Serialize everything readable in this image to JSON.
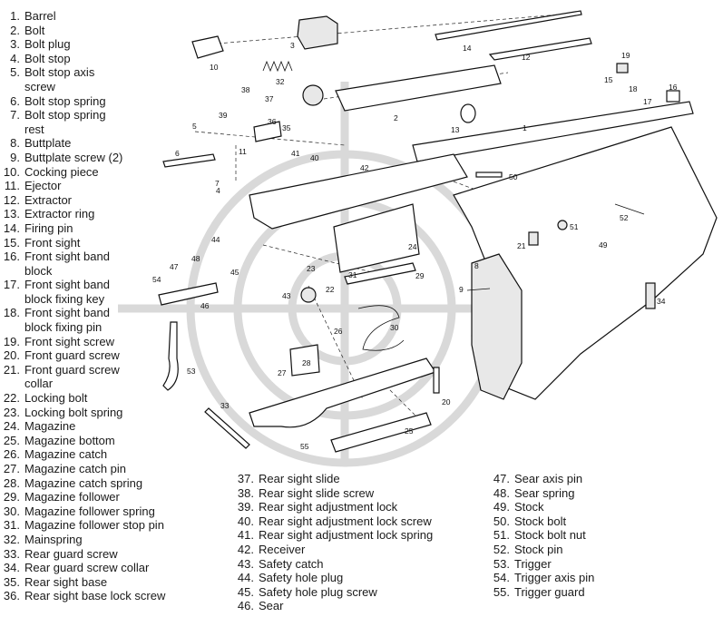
{
  "legend_left": [
    {
      "num": "1.",
      "text": "Barrel"
    },
    {
      "num": "2.",
      "text": "Bolt"
    },
    {
      "num": "3.",
      "text": "Bolt plug"
    },
    {
      "num": "4.",
      "text": "Bolt stop"
    },
    {
      "num": "5.",
      "text": "Bolt stop axis"
    },
    {
      "num": "",
      "text": "screw"
    },
    {
      "num": "6.",
      "text": "Bolt stop spring"
    },
    {
      "num": "7.",
      "text": "Bolt stop spring"
    },
    {
      "num": "",
      "text": "rest"
    },
    {
      "num": "8.",
      "text": "Buttplate"
    },
    {
      "num": "9.",
      "text": "Buttplate screw (2)"
    },
    {
      "num": "10.",
      "text": "Cocking piece"
    },
    {
      "num": "11.",
      "text": "Ejector"
    },
    {
      "num": "12.",
      "text": "Extractor"
    },
    {
      "num": "13.",
      "text": "Extractor ring"
    },
    {
      "num": "14.",
      "text": "Firing pin"
    },
    {
      "num": "15.",
      "text": "Front sight"
    },
    {
      "num": "16.",
      "text": "Front sight band"
    },
    {
      "num": "",
      "text": "block"
    },
    {
      "num": "17.",
      "text": "Front sight band"
    },
    {
      "num": "",
      "text": "block fixing key"
    },
    {
      "num": "18.",
      "text": "Front sight band"
    },
    {
      "num": "",
      "text": "block fixing pin"
    },
    {
      "num": "19.",
      "text": "Front sight screw"
    },
    {
      "num": "20.",
      "text": "Front guard screw"
    },
    {
      "num": "21.",
      "text": "Front guard screw"
    },
    {
      "num": "",
      "text": "collar"
    },
    {
      "num": "22.",
      "text": "Locking bolt"
    },
    {
      "num": "23.",
      "text": "Locking bolt spring"
    },
    {
      "num": "24.",
      "text": "Magazine"
    },
    {
      "num": "25.",
      "text": "Magazine bottom"
    },
    {
      "num": "26.",
      "text": "Magazine catch"
    },
    {
      "num": "27.",
      "text": "Magazine catch pin"
    },
    {
      "num": "28.",
      "text": "Magazine catch spring"
    },
    {
      "num": "29.",
      "text": "Magazine follower"
    },
    {
      "num": "30.",
      "text": "Magazine follower spring"
    },
    {
      "num": "31.",
      "text": "Magazine follower stop pin"
    },
    {
      "num": "32.",
      "text": "Mainspring"
    },
    {
      "num": "33.",
      "text": "Rear guard screw"
    },
    {
      "num": "34.",
      "text": "Rear guard screw collar"
    },
    {
      "num": "35.",
      "text": "Rear sight base"
    },
    {
      "num": "36.",
      "text": "Rear sight base lock screw"
    }
  ],
  "legend_middle": [
    {
      "num": "37.",
      "text": "Rear sight slide"
    },
    {
      "num": "38.",
      "text": "Rear sight slide screw"
    },
    {
      "num": "39.",
      "text": "Rear sight adjustment lock"
    },
    {
      "num": "40.",
      "text": "Rear sight adjustment lock screw"
    },
    {
      "num": "41.",
      "text": "Rear sight adjustment lock spring"
    },
    {
      "num": "42.",
      "text": "Receiver"
    },
    {
      "num": "43.",
      "text": "Safety catch"
    },
    {
      "num": "44.",
      "text": "Safety hole plug"
    },
    {
      "num": "45.",
      "text": "Safety hole plug screw"
    },
    {
      "num": "46.",
      "text": "Sear"
    }
  ],
  "legend_right": [
    {
      "num": "47.",
      "text": "Sear axis pin"
    },
    {
      "num": "48.",
      "text": "Sear spring"
    },
    {
      "num": "49.",
      "text": "Stock"
    },
    {
      "num": "50.",
      "text": "Stock bolt"
    },
    {
      "num": "51.",
      "text": "Stock bolt nut"
    },
    {
      "num": "52.",
      "text": "Stock pin"
    },
    {
      "num": "53.",
      "text": "Trigger"
    },
    {
      "num": "54.",
      "text": "Trigger axis pin"
    },
    {
      "num": "55.",
      "text": "Trigger guard"
    }
  ],
  "callouts": {
    "c1": "1",
    "c2": "2",
    "c3": "3",
    "c4": "4",
    "c5": "5",
    "c6": "6",
    "c7": "7",
    "c8": "8",
    "c9": "9",
    "c10": "10",
    "c11": "11",
    "c12": "12",
    "c13": "13",
    "c14": "14",
    "c15": "15",
    "c16": "16",
    "c17": "17",
    "c18": "18",
    "c19": "19",
    "c20": "20",
    "c21": "21",
    "c22": "22",
    "c23": "23",
    "c24": "24",
    "c25": "25",
    "c26": "26",
    "c27": "27",
    "c28": "28",
    "c29": "29",
    "c30": "30",
    "c31": "31",
    "c32": "32",
    "c33": "33",
    "c34": "34",
    "c35": "35",
    "c36": "36",
    "c37": "37",
    "c38": "38",
    "c39": "39",
    "c40": "40",
    "c41": "41",
    "c42": "42",
    "c43": "43",
    "c44": "44",
    "c45": "45",
    "c46": "46",
    "c47": "47",
    "c48": "48",
    "c49": "49",
    "c50": "50",
    "c51": "51",
    "c52": "52",
    "c53": "53",
    "c54": "54",
    "c55": "55"
  },
  "colors": {
    "ink": "#111111",
    "watermark": "#d9d9d9",
    "background": "#ffffff"
  }
}
